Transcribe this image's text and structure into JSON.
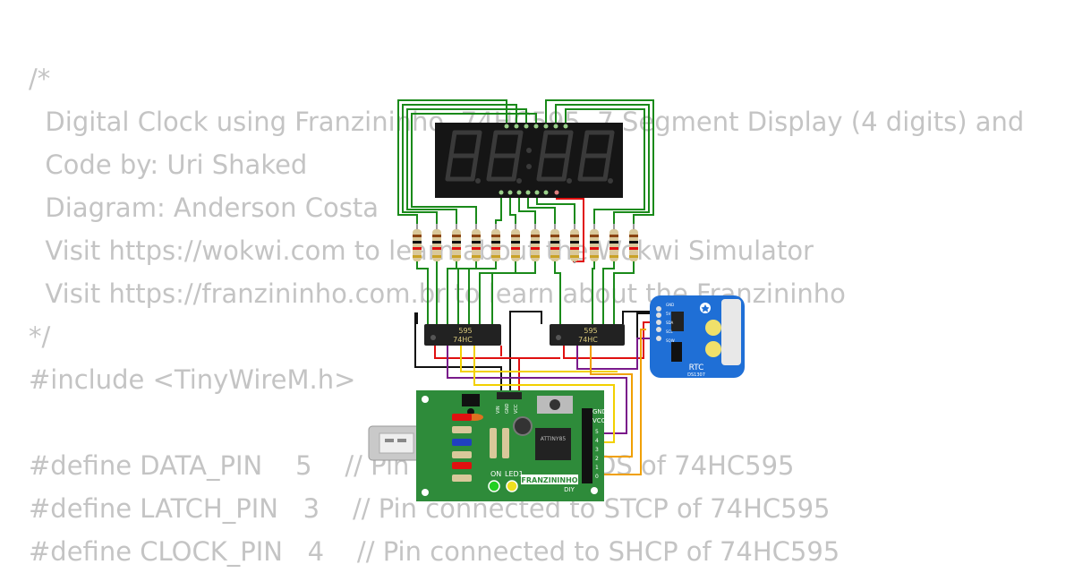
{
  "code_lines": [
    "/*",
    "  Digital Clock using Franzininho, 74HC595, 7 Segment Display (4 digits) and",
    "  Code by: Uri Shaked",
    "  Diagram: Anderson Costa",
    "  Visit https://wokwi.com to learn about the Wokwi Simulator",
    "  Visit https://franzininho.com.br to learn about the Franzininho",
    "*/",
    "#include <TinyWireM.h>",
    "",
    "#define DATA_PIN    5    // Pin connected to DS of 74HC595",
    "#define LATCH_PIN   3    // Pin connected to STCP of 74HC595",
    "#define CLOCK_PIN   4    // Pin connected to SHCP of 74HC595"
  ],
  "chips": [
    {
      "top_label": "595",
      "bottom_label": "74HC"
    },
    {
      "top_label": "595",
      "bottom_label": "74HC"
    }
  ],
  "rtc": {
    "label": "RTC",
    "model": "DS1307",
    "pins": [
      "GND",
      "5V",
      "SDA",
      "SCL",
      "SQW"
    ]
  },
  "board": {
    "brand": "FRANZININHO",
    "suffix": "DIY",
    "mcu": "ATTINY85",
    "led_labels": [
      "ON",
      "LED1"
    ],
    "top_pins": [
      "VIN",
      "GND",
      "VCC"
    ],
    "header_labels": [
      "GND",
      "VCC",
      "5",
      "4",
      "3",
      "2",
      "1",
      "0"
    ]
  },
  "colors": {
    "wire_green": "#1a8a1a",
    "wire_red": "#e01010",
    "wire_black": "#111111",
    "wire_purple": "#7a1a8a",
    "wire_yellow": "#f2d000",
    "wire_orange": "#f0a000",
    "pcb_green": "#2e8b3a",
    "rtc_blue": "#1f6fd6",
    "display_body": "#151515",
    "segment_off": "#3a3a3a"
  }
}
